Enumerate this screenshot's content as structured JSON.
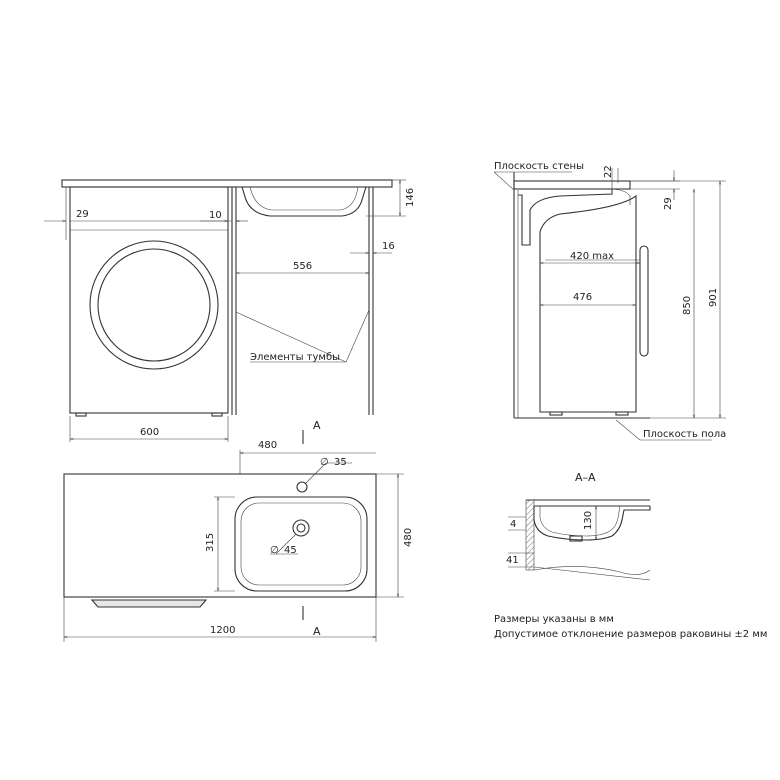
{
  "front_view": {
    "dims": {
      "d29": "29",
      "d10": "10",
      "d146": "146",
      "d16": "16",
      "d556": "556",
      "d600": "600"
    },
    "label_cabinet": "Элементы тумбы"
  },
  "side_view": {
    "label_wall": "Плоскость стены",
    "label_floor": "Плоскость пола",
    "dims": {
      "d22": "22",
      "d29": "29",
      "d420": "420 max",
      "d476": "476",
      "d850": "850",
      "d901": "901"
    }
  },
  "top_view": {
    "section_top": "A",
    "section_bottom": "A",
    "dims": {
      "d480w": "480",
      "d35": "35",
      "d315": "315",
      "d45": "45",
      "d480h": "480",
      "d1200": "1200"
    },
    "diameter_symbol": "∅"
  },
  "section_view": {
    "title": "А–А",
    "dims": {
      "d4": "4",
      "d130": "130",
      "d41": "41"
    }
  },
  "notes": {
    "line1": "Размеры указаны в мм",
    "line2": "Допустимое отклонение размеров раковины ±2 мм"
  }
}
